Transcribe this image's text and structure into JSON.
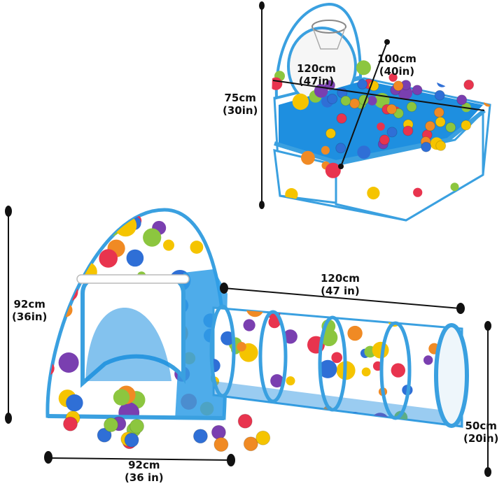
{
  "colors": {
    "dot_palette": [
      "#e8344e",
      "#2f6fd6",
      "#f5c400",
      "#8cc63f",
      "#7a3fb0",
      "#f08a24"
    ],
    "trim_blue": "#3aa0e0",
    "floor_blue": "#1e8fe0",
    "dimension_line": "#111111"
  },
  "dimensions": {
    "pit_height": {
      "line1": "75cm",
      "line2": "(30in)"
    },
    "pit_width": {
      "line1": "120cm",
      "line2": "(47in)"
    },
    "pit_depth": {
      "line1": "100cm",
      "line2": "(40in)"
    },
    "tent_height": {
      "line1": "92cm",
      "line2": "(36in)"
    },
    "tent_width": {
      "line1": "92cm",
      "line2": "(36 in)"
    },
    "tunnel_length": {
      "line1": "120cm",
      "line2": "(47 in)"
    },
    "tunnel_diameter": {
      "line1": "50cm",
      "line2": "(20in)"
    }
  },
  "icons": {
    "ball_pit": "ball-pit-illustration",
    "tent": "pop-up-tent-illustration",
    "tunnel": "crawl-tunnel-illustration"
  }
}
